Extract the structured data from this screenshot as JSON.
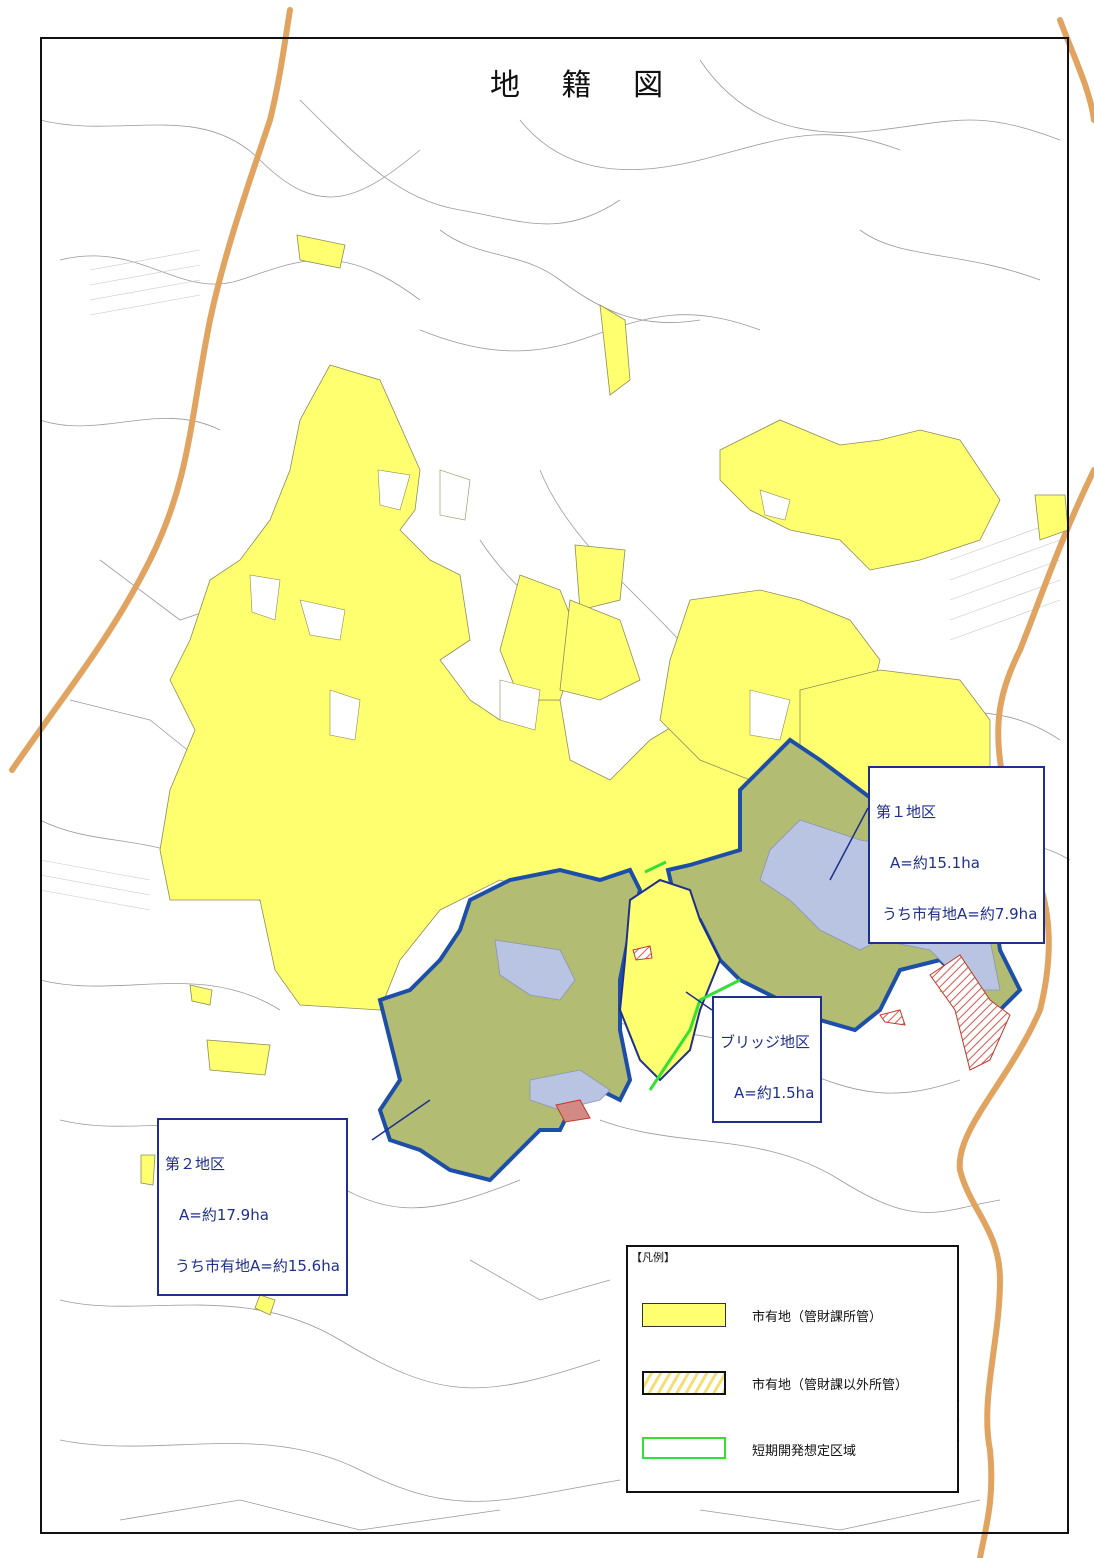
{
  "title": "地 籍 図",
  "colors": {
    "city_land": "#ffff70",
    "development_area": "#9aa9d8",
    "boundary": "#1d4fa8",
    "short_term": "#34e034",
    "road": "#e0a460",
    "other_dept_hatch": "#d9574f"
  },
  "callouts": {
    "district1": {
      "name": "第１地区",
      "area": "A=約15.1ha",
      "city_land": "うち市有地A=約7.9ha"
    },
    "bridge": {
      "name": "ブリッジ地区",
      "area": "A=約1.5ha"
    },
    "district2": {
      "name": "第２地区",
      "area": "A=約17.9ha",
      "city_land": "うち市有地A=約15.6ha"
    }
  },
  "legend": {
    "title": "【凡例】",
    "items": [
      {
        "label": "市有地（管財課所管）"
      },
      {
        "label": "市有地（管財課以外所管）"
      },
      {
        "label": "短期開発想定区域"
      }
    ]
  }
}
